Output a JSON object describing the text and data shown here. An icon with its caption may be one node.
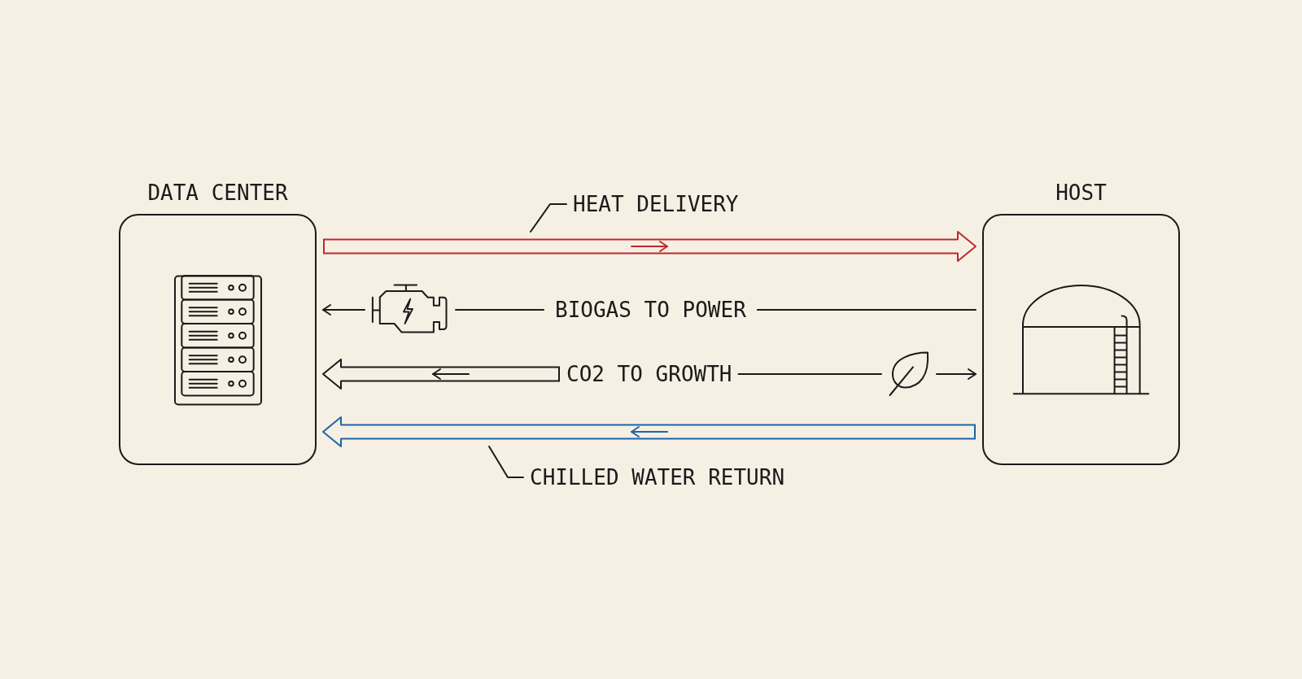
{
  "diagram": {
    "nodes": [
      {
        "text": [
          "DATA CENTER"
        ]
      },
      {
        "text": [
          "HOST"
        ]
      },
      {
        "text": [],
        "shape": "picture"
      },
      {
        "text": [
          "CO2 TO GROWTH"
        ]
      },
      {
        "text": [],
        "shape": "picture"
      }
    ],
    "edges": [
      {
        "from": 0,
        "to": 1,
        "arrow": "to",
        "label": "HEAT DELIVERY",
        "style": "thick",
        "color": "#c1272d"
      },
      {
        "from": 1,
        "to": 2,
        "arrow": "none",
        "label": "BIOGAS TO POWER"
      },
      {
        "from": 2,
        "to": 0,
        "arrow": "to"
      },
      {
        "from": 3,
        "to": 0,
        "arrow": "to",
        "style": "thick"
      },
      {
        "from": 3,
        "to": 4,
        "arrow": "none"
      },
      {
        "from": 4,
        "to": 1,
        "arrow": "to"
      },
      {
        "from": 1,
        "to": 0,
        "arrow": "to",
        "label": "CHILLED WATER RETURN",
        "style": "thick",
        "color": "#1f63a6"
      }
    ]
  }
}
